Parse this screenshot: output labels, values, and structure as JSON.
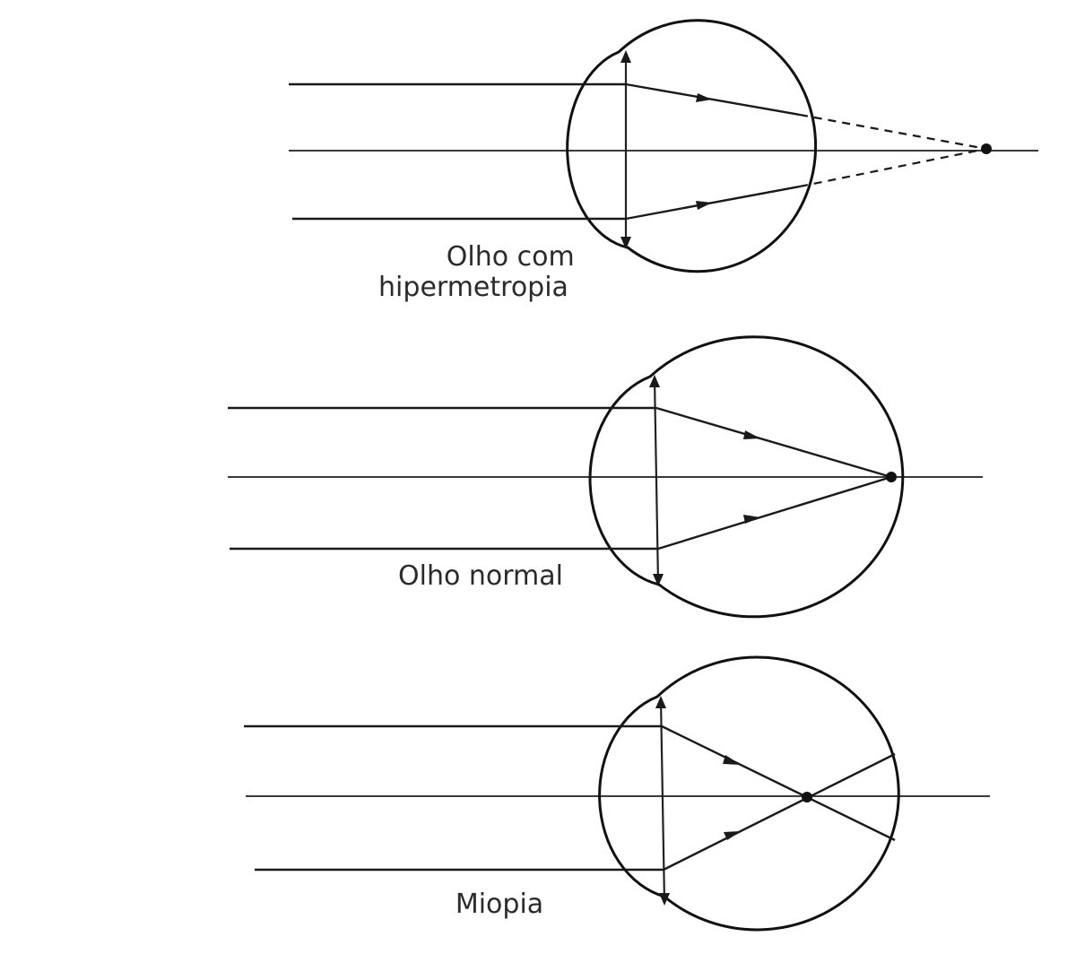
{
  "diagrams": [
    {
      "id": "hyperopia",
      "label_lines": [
        "Olho com",
        "hipermetropia"
      ]
    },
    {
      "id": "normal",
      "label_lines": [
        "Olho normal"
      ]
    },
    {
      "id": "myopia",
      "label_lines": [
        "Miopia"
      ]
    }
  ]
}
